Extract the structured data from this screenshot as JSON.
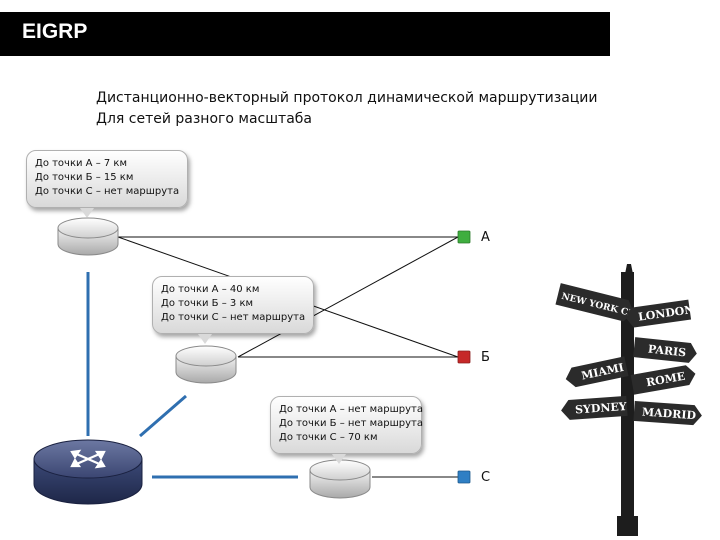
{
  "title": "EIGRP",
  "subtitle": {
    "line1": "Дистанционно-векторный протокол динамической маршрутизации",
    "line2": "Для сетей разного масштаба"
  },
  "callouts": {
    "router1": [
      "До точки А – 7 км",
      "До точки Б – 15 км",
      "До точки С – нет маршрута"
    ],
    "router2": [
      "До точки А – 40 км",
      "До точки Б – 3 км",
      "До точки С – нет маршрута"
    ],
    "router3": [
      "До точки А – нет маршрута",
      "До точки Б – нет маршрута",
      "До точки С – 70 км"
    ]
  },
  "destinations": {
    "a": {
      "label": "А",
      "color": "#3fae3f"
    },
    "b": {
      "label": "Б",
      "color": "#c62828"
    },
    "c": {
      "label": "С",
      "color": "#2f7fc4"
    }
  },
  "signpost": {
    "new_york": "NEW YORK CITY",
    "london": "LONDON",
    "paris": "PARIS",
    "miami": "MIAMI",
    "rome": "ROME",
    "sydney": "SYDNEY",
    "madrid": "MADRID"
  },
  "colors": {
    "link_blue": "#2f6fb0",
    "router_blue": "#2e3a63"
  }
}
